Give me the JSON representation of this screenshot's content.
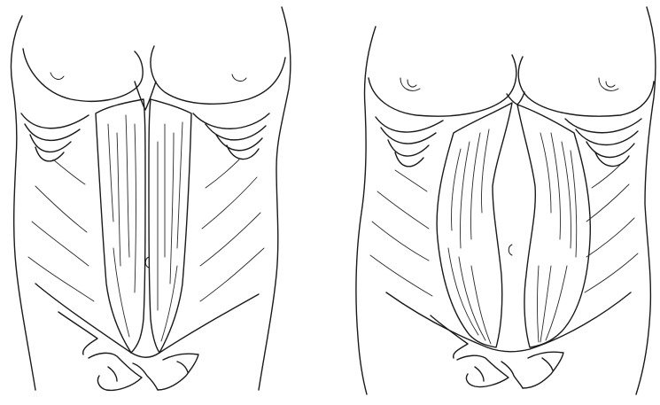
{
  "figure": {
    "panels": [
      {
        "id": "left",
        "condition": "normal"
      },
      {
        "id": "right",
        "condition": "separated"
      }
    ],
    "colors": {
      "ink": "#1a1a1a",
      "background": "#ffffff"
    }
  }
}
